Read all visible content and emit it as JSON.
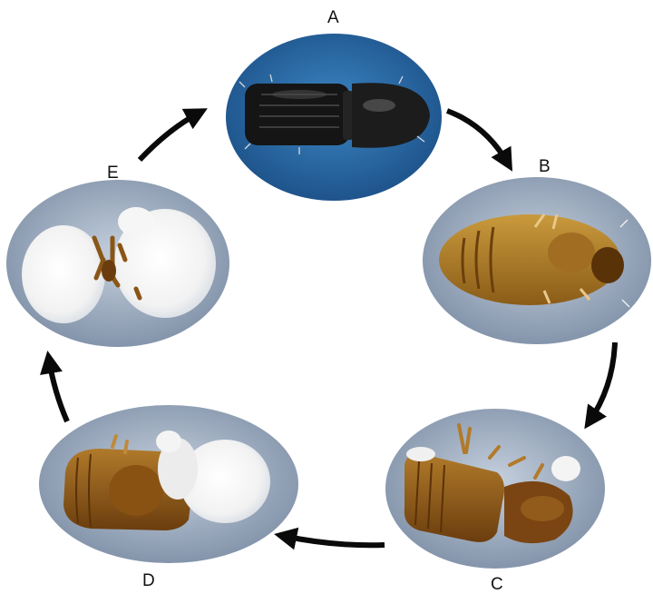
{
  "labels": {
    "a": "A",
    "b": "B",
    "c": "C",
    "d": "D",
    "e": "E"
  },
  "colors": {
    "background": "#ffffff",
    "arrow": "#0a0a0a",
    "oval_a_background": "#2f6fa8",
    "oval_b_e_background": "#a9b6c9",
    "beetle_adult": "#1a1a1a",
    "beetle_brown": "#8a5616",
    "fungus": "#f7f7f7"
  }
}
